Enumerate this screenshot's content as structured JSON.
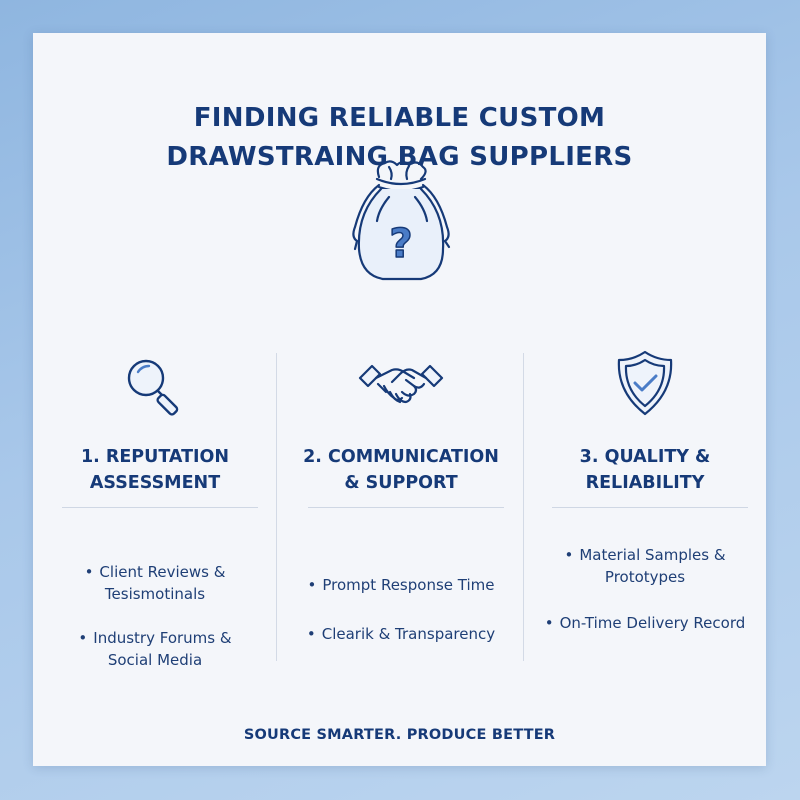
{
  "title": {
    "line1": "FINDING RELIABLE CUSTOM",
    "line2": "DRAWSTRAING BAG SUPPLIERS"
  },
  "hero": {
    "icon": "drawstring-bag-question-icon",
    "glyph": "?"
  },
  "columns": [
    {
      "icon": "magnifier-icon",
      "heading_line1": "1. REPUTATION",
      "heading_line2": "ASSESSMENT",
      "bullets": [
        {
          "line1": "Client Reviews &",
          "line2": "Tesismotinals"
        },
        {
          "line1": "Industry Forums &",
          "line2": "Social Media"
        }
      ]
    },
    {
      "icon": "handshake-icon",
      "heading_line1": "2. COMMUNICATION",
      "heading_line2": "& SUPPORT",
      "bullets": [
        {
          "line1": "Prompt Response Time"
        },
        {
          "line1": "Clearik & Transparency"
        }
      ]
    },
    {
      "icon": "shield-check-icon",
      "heading_line1": "3. QUALITY &",
      "heading_line2": "RELIABILITY",
      "bullets": [
        {
          "line1": "Material Samples &",
          "line2": "Prototypes"
        },
        {
          "line1": "On-Time Delivery Record"
        }
      ]
    }
  ],
  "footer": "SOURCE SMARTER. PRODUCE BETTER",
  "colors": {
    "primary": "#163a78",
    "accent": "#4a7cc7",
    "card": "#f4f6fa"
  }
}
